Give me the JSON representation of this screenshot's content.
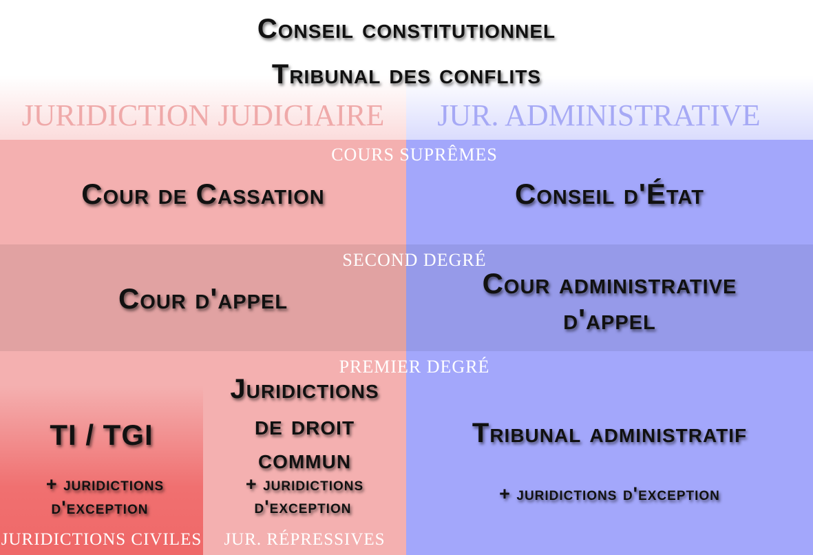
{
  "top": {
    "line1": "Conseil constitutionnel",
    "line2": "Tribunal des conflits"
  },
  "columns": {
    "judicial": "Juridiction judiciaire",
    "administrative": "Jur. administrative"
  },
  "levels": {
    "supreme": "Cours suprêmes",
    "second": "Second degré",
    "first": "Premier degré"
  },
  "supreme": {
    "judicial": "Cour de Cassation",
    "administrative": "Conseil d'État"
  },
  "second": {
    "judicial": "Cour d'appel",
    "administrative_line1": "Cour administrative",
    "administrative_line2": "d'appel"
  },
  "first": {
    "civil": {
      "title": "TI / TGI",
      "sub1": "+ juridictions",
      "sub2": "d'exception",
      "label": "Juridictions civiles"
    },
    "repressive": {
      "title1": "Juridictions",
      "title2": "de droit",
      "title3": "commun",
      "sub1": "+ juridictions",
      "sub2": "d'exception",
      "label": "Jur. répressives"
    },
    "administrative": {
      "title": "Tribunal administratif",
      "sub": "+ juridictions d'exception"
    }
  },
  "colors": {
    "pink": "#f4b0b0",
    "blue": "#a3a7fb",
    "civil_dark": "#f06a6a"
  }
}
